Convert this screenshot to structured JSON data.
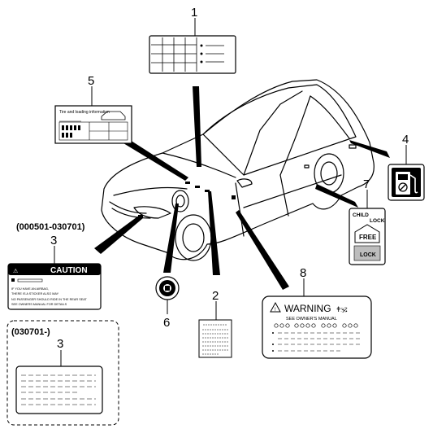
{
  "callouts": {
    "c1": "1",
    "c2": "2",
    "c3a": "3",
    "c3b": "3",
    "c4": "4",
    "c5": "5",
    "c6": "6",
    "c7": "7",
    "c8": "8"
  },
  "date_ranges": {
    "early": "(000501-030701)",
    "late": "(030701-)"
  },
  "caution_label": {
    "heading": "CAUTION",
    "line_a": "IF YOU HAVE AN AIRBAG,",
    "line_b": "THERE IS A STICKER ALSO MAY",
    "line_c": "NO PASSENGER SHOULD RIDE IN THE REAR SEAT",
    "line_d": "SEE OWNERS MANUAL FOR DETAILS"
  },
  "tire_label": {
    "heading": "Tire and loading information"
  },
  "child_lock_label": {
    "title_a": "CHILD",
    "title_b": "LOCK",
    "free": "FREE",
    "lock": "LOCK"
  },
  "warning_label": {
    "heading": "WARNING",
    "subheading": "SEE OWNER'S MANUAL"
  },
  "colors": {
    "line": "#000000",
    "background": "#ffffff",
    "label_gray": "#cfcfcf"
  }
}
